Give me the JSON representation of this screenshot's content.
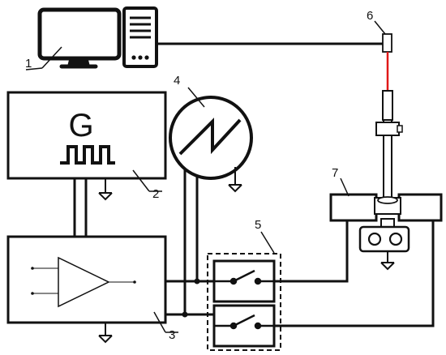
{
  "diagram": {
    "generator_symbol": "G",
    "callouts": [
      "1",
      "2",
      "3",
      "4",
      "5",
      "6",
      "7"
    ],
    "colors": {
      "line": "#111111",
      "laser": "#e01818",
      "background": "#ffffff",
      "fill": "#ffffff"
    },
    "components": [
      {
        "number": "1",
        "icon": "desktop-computer-icon"
      },
      {
        "number": "2",
        "icon": "pulse-generator-icon"
      },
      {
        "number": "3",
        "icon": "amplifier-icon"
      },
      {
        "number": "4",
        "icon": "ac-power-source-icon"
      },
      {
        "number": "5",
        "icon": "switch-module-icon"
      },
      {
        "number": "6",
        "icon": "laser-sensor-icon"
      },
      {
        "number": "7",
        "icon": "electrode-clamp-fixture-icon"
      }
    ]
  }
}
